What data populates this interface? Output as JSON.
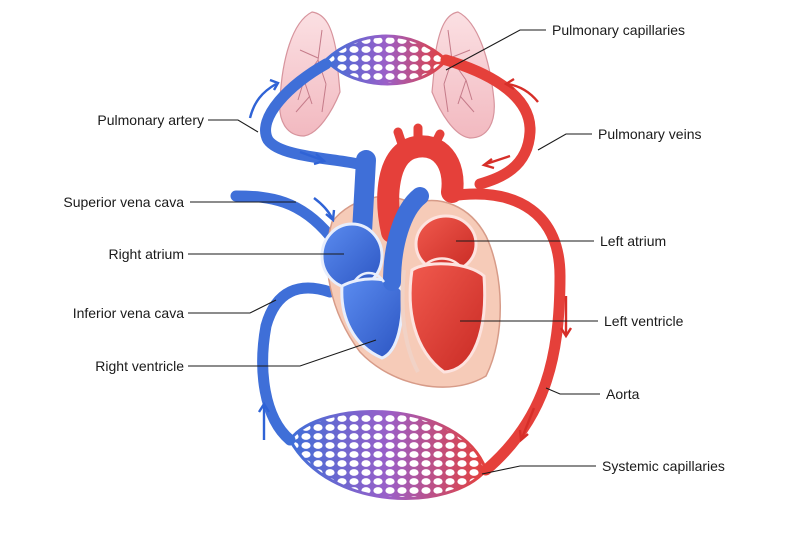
{
  "colors": {
    "deoxygenated": "#3f6fd8",
    "oxygenated": "#e5403a",
    "lung": "#f7cdd2",
    "label": "#1a1a1a"
  },
  "labels": {
    "pulmonary_capillaries": "Pulmonary capillaries",
    "pulmonary_artery": "Pulmonary artery",
    "pulmonary_veins": "Pulmonary veins",
    "superior_vena_cava": "Superior vena cava",
    "right_atrium": "Right atrium",
    "left_atrium": "Left atrium",
    "inferior_vena_cava": "Inferior vena cava",
    "left_ventricle": "Left ventricle",
    "right_ventricle": "Right ventricle",
    "aorta": "Aorta",
    "systemic_capillaries": "Systemic capillaries"
  }
}
